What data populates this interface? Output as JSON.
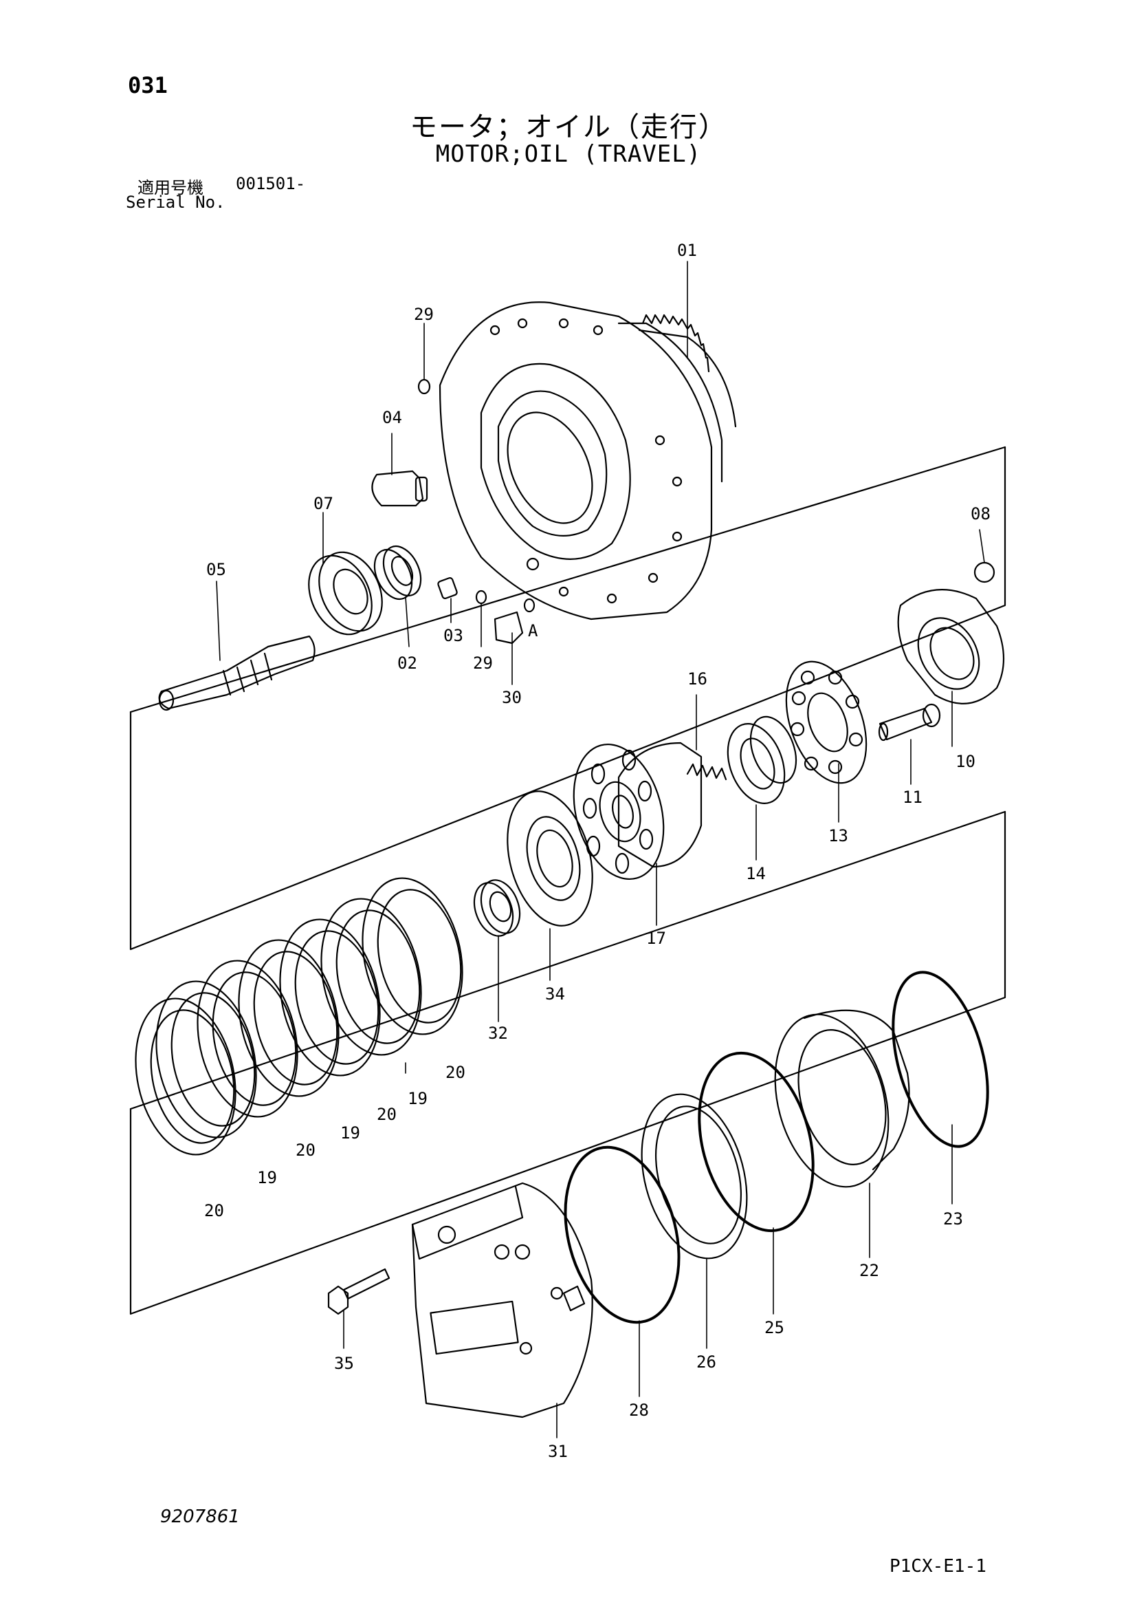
{
  "page_number": "031",
  "title_jp": "モータ；オイル（走行）",
  "title_en": "MOTOR;OIL (TRAVEL)",
  "serial": {
    "label_jp": "適用号機",
    "value": "001501-",
    "label_en": "Serial No."
  },
  "doc_number": "9207861",
  "page_code": "P1CX-E1-1",
  "callouts": {
    "c01": "01",
    "c29a": "29",
    "c04": "04",
    "c07": "07",
    "c08": "08",
    "c05": "05",
    "c03": "03",
    "c29b": "29",
    "c02": "02",
    "cA": "A",
    "c30": "30",
    "c16": "16",
    "c10": "10",
    "c11": "11",
    "c13": "13",
    "c14": "14",
    "c17": "17",
    "c34": "34",
    "c32": "32",
    "c20a": "20",
    "c19a": "19",
    "c20b": "20",
    "c19b": "19",
    "c20c": "20",
    "c19c": "19",
    "c20d": "20",
    "c23": "23",
    "c22": "22",
    "c25": "25",
    "c26": "26",
    "c28": "28",
    "c35": "35",
    "c31": "31"
  },
  "colors": {
    "ink": "#000000",
    "paper": "#ffffff"
  }
}
